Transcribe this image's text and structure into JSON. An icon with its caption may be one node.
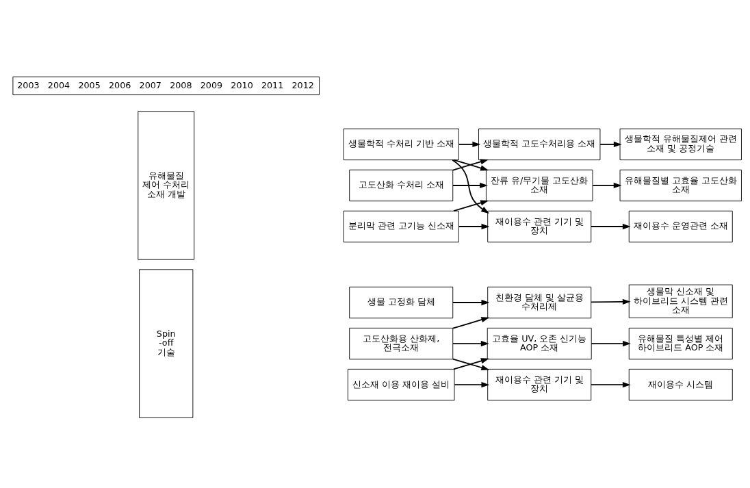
{
  "diagram": {
    "nodes": [
      {
        "text": [
          "유해물질 제어 수처리 소재 개발"
        ]
      },
      {
        "text": [
          "생물학적 수처리 기반 소재"
        ]
      },
      {
        "text": [
          "생물학적 고도수처리용 소재"
        ]
      },
      {
        "text": [
          "생물학적 유해물질제어 관련 소재 및 공정기술"
        ]
      },
      {
        "text": [
          "고도산화 수처리 소재"
        ]
      },
      {
        "text": [
          "잔류 유/무기물 고도산화 소재"
        ]
      },
      {
        "text": [
          "유해물질별 고효율 고도산화 소재"
        ]
      },
      {
        "text": [
          "분리막 관련 고기능 신소재"
        ]
      },
      {
        "text": [
          "재이용수 관련 기기 및 장치"
        ]
      },
      {
        "text": [
          "재이용수 운영관련 소재"
        ]
      },
      {
        "text": [
          "Spin -off 기술"
        ]
      },
      {
        "text": [
          "생물 고정화 담체"
        ]
      },
      {
        "text": [
          "친환경 담체 및 살균용 수처리제"
        ]
      },
      {
        "text": [
          "생물막 신소재 및 하이브리드 시스템 관련 소재"
        ]
      },
      {
        "text": [
          "고도산화용 산화제, 전극소재"
        ]
      },
      {
        "text": [
          "고효율 UV, 오존 신기능 AOP 소재"
        ]
      },
      {
        "text": [
          "유해물질 특성별 제어 하이브리드 AOP 소재"
        ]
      },
      {
        "text": [
          "신소재 이용 재이용 설비"
        ]
      },
      {
        "text": [
          "재이용수 관련 기기 및 장치"
        ]
      },
      {
        "text": [
          "재이용수 시스템"
        ]
      }
    ],
    "edges": [
      {
        "from": 1,
        "to": 2,
        "arrow": "to"
      },
      {
        "from": 1,
        "to": 5,
        "arrow": "to"
      },
      {
        "from": 1,
        "to": 8,
        "arrow": "to"
      },
      {
        "from": 4,
        "to": 2,
        "arrow": "to"
      },
      {
        "from": 4,
        "to": 5,
        "arrow": "to"
      },
      {
        "from": 7,
        "to": 5,
        "arrow": "to"
      },
      {
        "from": 7,
        "to": 8,
        "arrow": "to"
      },
      {
        "from": 2,
        "to": 3,
        "arrow": "to"
      },
      {
        "from": 5,
        "to": 6,
        "arrow": "to"
      },
      {
        "from": 8,
        "to": 9,
        "arrow": "to"
      },
      {
        "from": 11,
        "to": 12,
        "arrow": "to"
      },
      {
        "from": 14,
        "to": 12,
        "arrow": "to"
      },
      {
        "from": 14,
        "to": 15,
        "arrow": "to"
      },
      {
        "from": 14,
        "to": 18,
        "arrow": "to"
      },
      {
        "from": 17,
        "to": 15,
        "arrow": "to"
      },
      {
        "from": 17,
        "to": 18,
        "arrow": "to"
      },
      {
        "from": 12,
        "to": 13,
        "arrow": "to"
      },
      {
        "from": 15,
        "to": 16,
        "arrow": "to"
      },
      {
        "from": 18,
        "to": 19,
        "arrow": "to"
      }
    ],
    "labels": [
      "2003",
      "2004",
      "2005",
      "2006",
      "2007",
      "2008",
      "2009",
      "2010",
      "2011",
      "2012"
    ]
  }
}
